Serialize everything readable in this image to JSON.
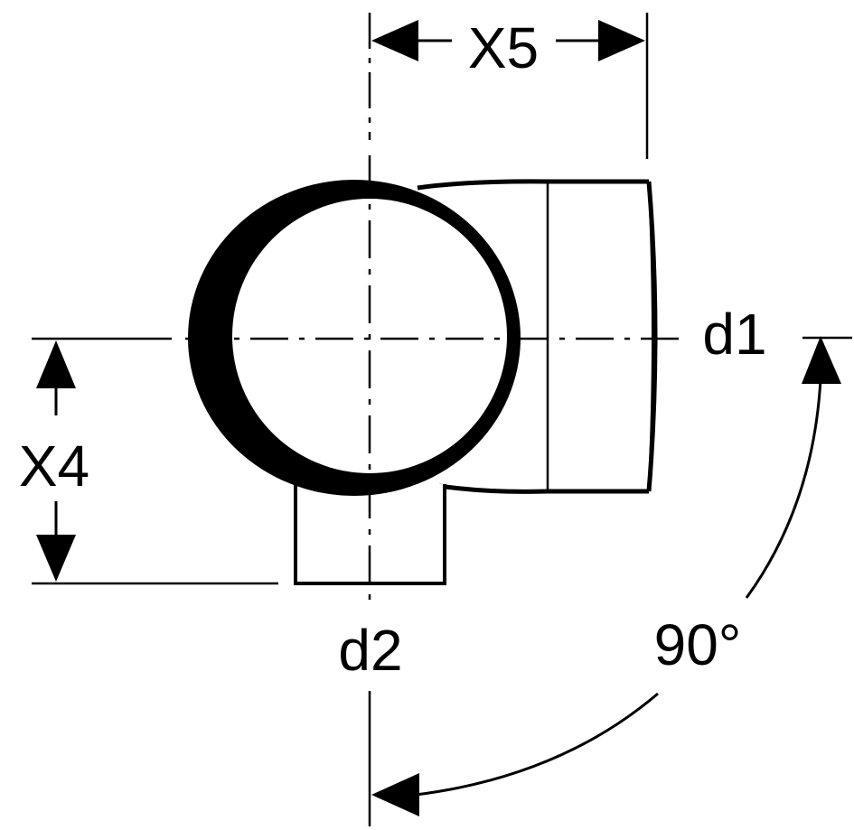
{
  "labels": {
    "x5": "X5",
    "x4": "X4",
    "d1": "d1",
    "d2": "d2",
    "angle": "90°"
  },
  "colors": {
    "ink": "#000000",
    "paper": "#ffffff"
  }
}
